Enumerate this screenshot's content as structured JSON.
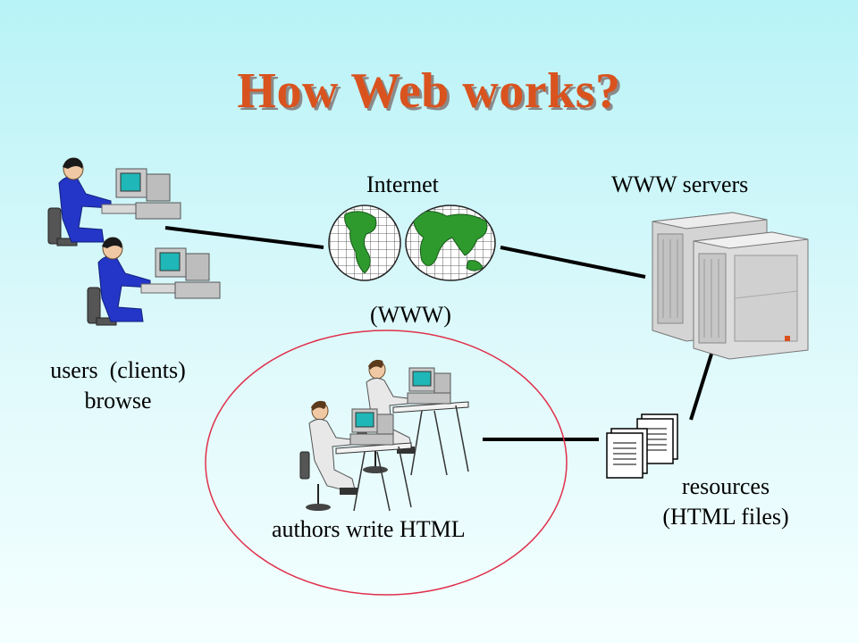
{
  "title": "How Web works?",
  "labels": {
    "internet": "Internet",
    "www_servers": "WWW servers",
    "www": "(WWW)",
    "users_line1": "users  (clients)",
    "users_line2": "browse",
    "authors": "authors write HTML",
    "resources_line1": "resources",
    "resources_line2": "(HTML files)"
  },
  "colors": {
    "title": "#d9531f",
    "user_figure": "#2436c8",
    "author_shirt": "#e8e8e8",
    "monitor_screen": "#1fb7b7",
    "globe_land": "#2e9a2e",
    "server": "#d4d4d4",
    "author_circle": "#e0304a"
  },
  "icons": [
    "user-at-computer-icon",
    "globe-icon",
    "server-icon",
    "author-at-desk-icon",
    "documents-icon"
  ]
}
